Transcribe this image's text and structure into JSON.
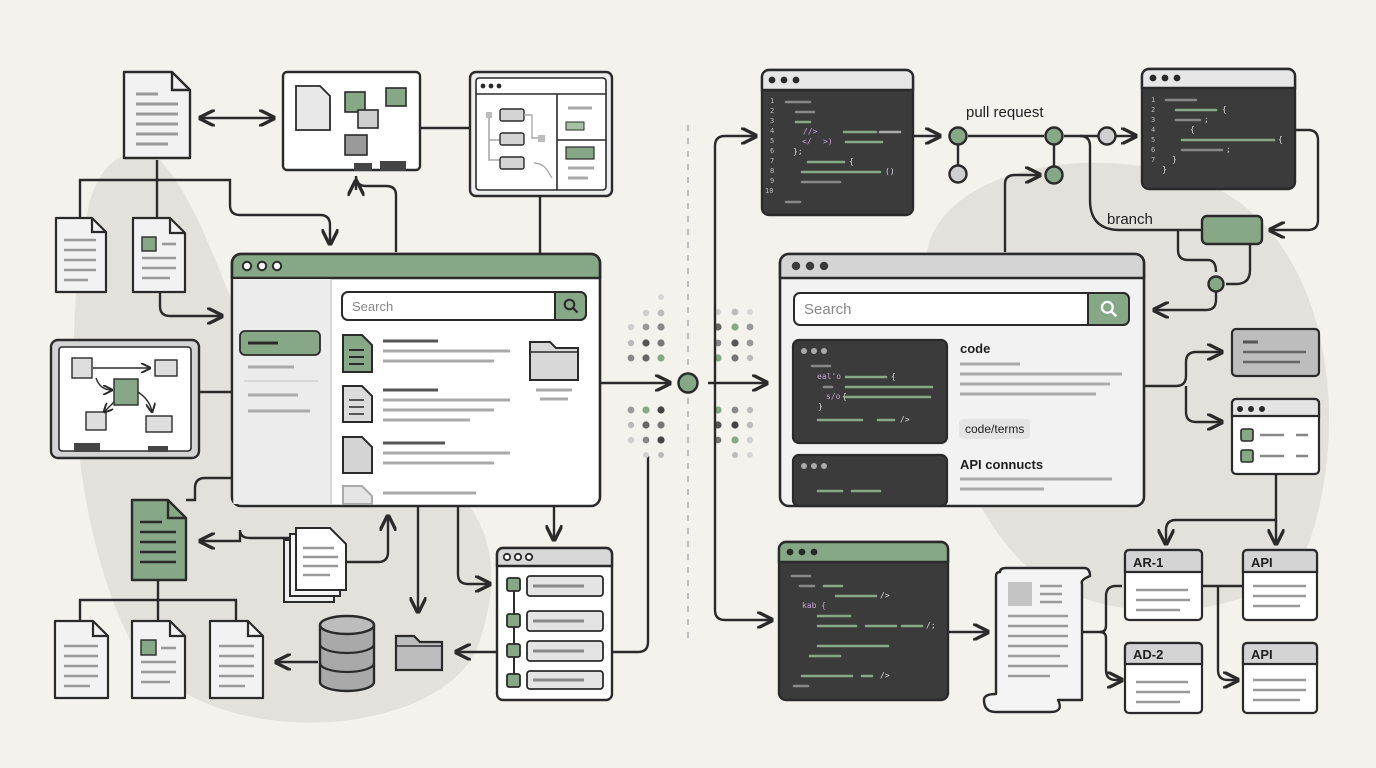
{
  "left_search": {
    "placeholder": "Search"
  },
  "right_search": {
    "placeholder": "Search"
  },
  "git": {
    "pull_request_label": "pull request",
    "branch_label": "branch"
  },
  "results": {
    "code_title": "code",
    "code_tag": "code/terms",
    "api_title": "API connucts"
  },
  "cards": {
    "ar1": "AR-1",
    "ad2": "AD-2",
    "api_top": "API",
    "api_bottom": "API"
  },
  "code_lines": {
    "top_numbers": [
      "1",
      "2",
      "3",
      "4",
      "5",
      "6",
      "7",
      "8",
      "9",
      "10"
    ],
    "top_snippets": [
      "//>",
      "</",
      ">)",
      "};",
      "{",
      "()"
    ],
    "right_snippets": [
      "{",
      ";",
      "{",
      "{",
      ";",
      "}",
      "}"
    ],
    "result_snippets": [
      "eal'o",
      "{",
      "s/o",
      "{",
      "}",
      "/>"
    ],
    "bottom_snippets": [
      "/>",
      "kab {",
      "/;",
      "/>"
    ]
  },
  "colors": {
    "accent": "#86a886",
    "ink": "#2a2a2a",
    "dark_panel": "#3b3b3b",
    "background": "#f4f2ec"
  }
}
